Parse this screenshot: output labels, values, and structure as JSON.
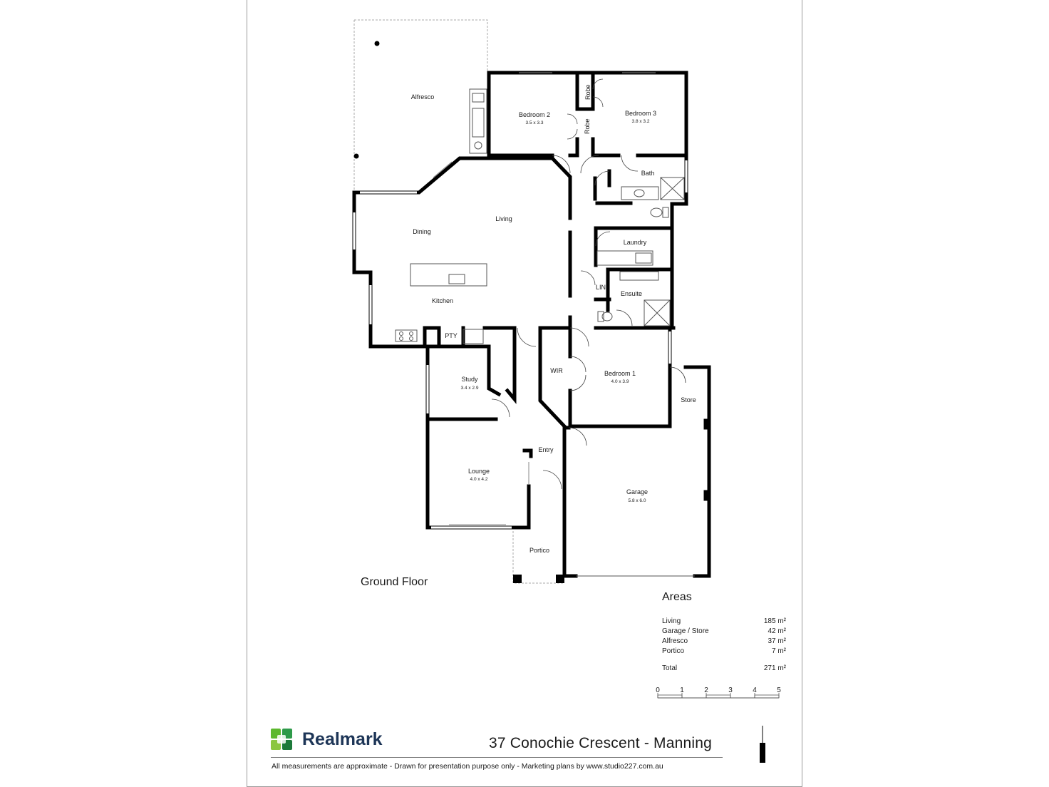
{
  "plan": {
    "floor_label": "Ground Floor",
    "rooms": {
      "alfresco": {
        "name": "Alfresco"
      },
      "bedroom2": {
        "name": "Bedroom 2",
        "dims": "3.5 x 3.3"
      },
      "bedroom3": {
        "name": "Bedroom 3",
        "dims": "3.8 x 3.2"
      },
      "robe_a": {
        "name": "Robe"
      },
      "robe_b": {
        "name": "Robe"
      },
      "bath": {
        "name": "Bath"
      },
      "living": {
        "name": "Living"
      },
      "dining": {
        "name": "Dining"
      },
      "laundry": {
        "name": "Laundry"
      },
      "lin": {
        "name": "LIN"
      },
      "ensuite": {
        "name": "Ensuite"
      },
      "kitchen": {
        "name": "Kitchen"
      },
      "pty": {
        "name": "PTY"
      },
      "wir": {
        "name": "WIR"
      },
      "bedroom1": {
        "name": "Bedroom 1",
        "dims": "4.0 x 3.9"
      },
      "study": {
        "name": "Study",
        "dims": "3.4 x 2.9"
      },
      "store": {
        "name": "Store"
      },
      "entry": {
        "name": "Entry"
      },
      "lounge": {
        "name": "Lounge",
        "dims": "4.0 x 4.2"
      },
      "garage": {
        "name": "Garage",
        "dims": "5.8 x 6.0"
      },
      "portico": {
        "name": "Portico"
      }
    }
  },
  "areas": {
    "title": "Areas",
    "rows": [
      {
        "label": "Living",
        "value": "185 m²"
      },
      {
        "label": "Garage / Store",
        "value": "42 m²"
      },
      {
        "label": "Alfresco",
        "value": "37 m²"
      },
      {
        "label": "Portico",
        "value": "7 m²"
      }
    ],
    "total": {
      "label": "Total",
      "value": "271 m²"
    }
  },
  "scale": {
    "ticks": [
      "0",
      "1",
      "2",
      "3",
      "4",
      "5"
    ]
  },
  "footer": {
    "brand": "Realmark",
    "address": "37 Conochie Crescent - Manning",
    "disclaimer": "All measurements are approximate - Drawn for presentation purpose only - Marketing plans by www.studio227.com.au"
  },
  "colors": {
    "brand_green": "#5cb82e",
    "brand_blue": "#1d3557",
    "wall": "#000000"
  }
}
